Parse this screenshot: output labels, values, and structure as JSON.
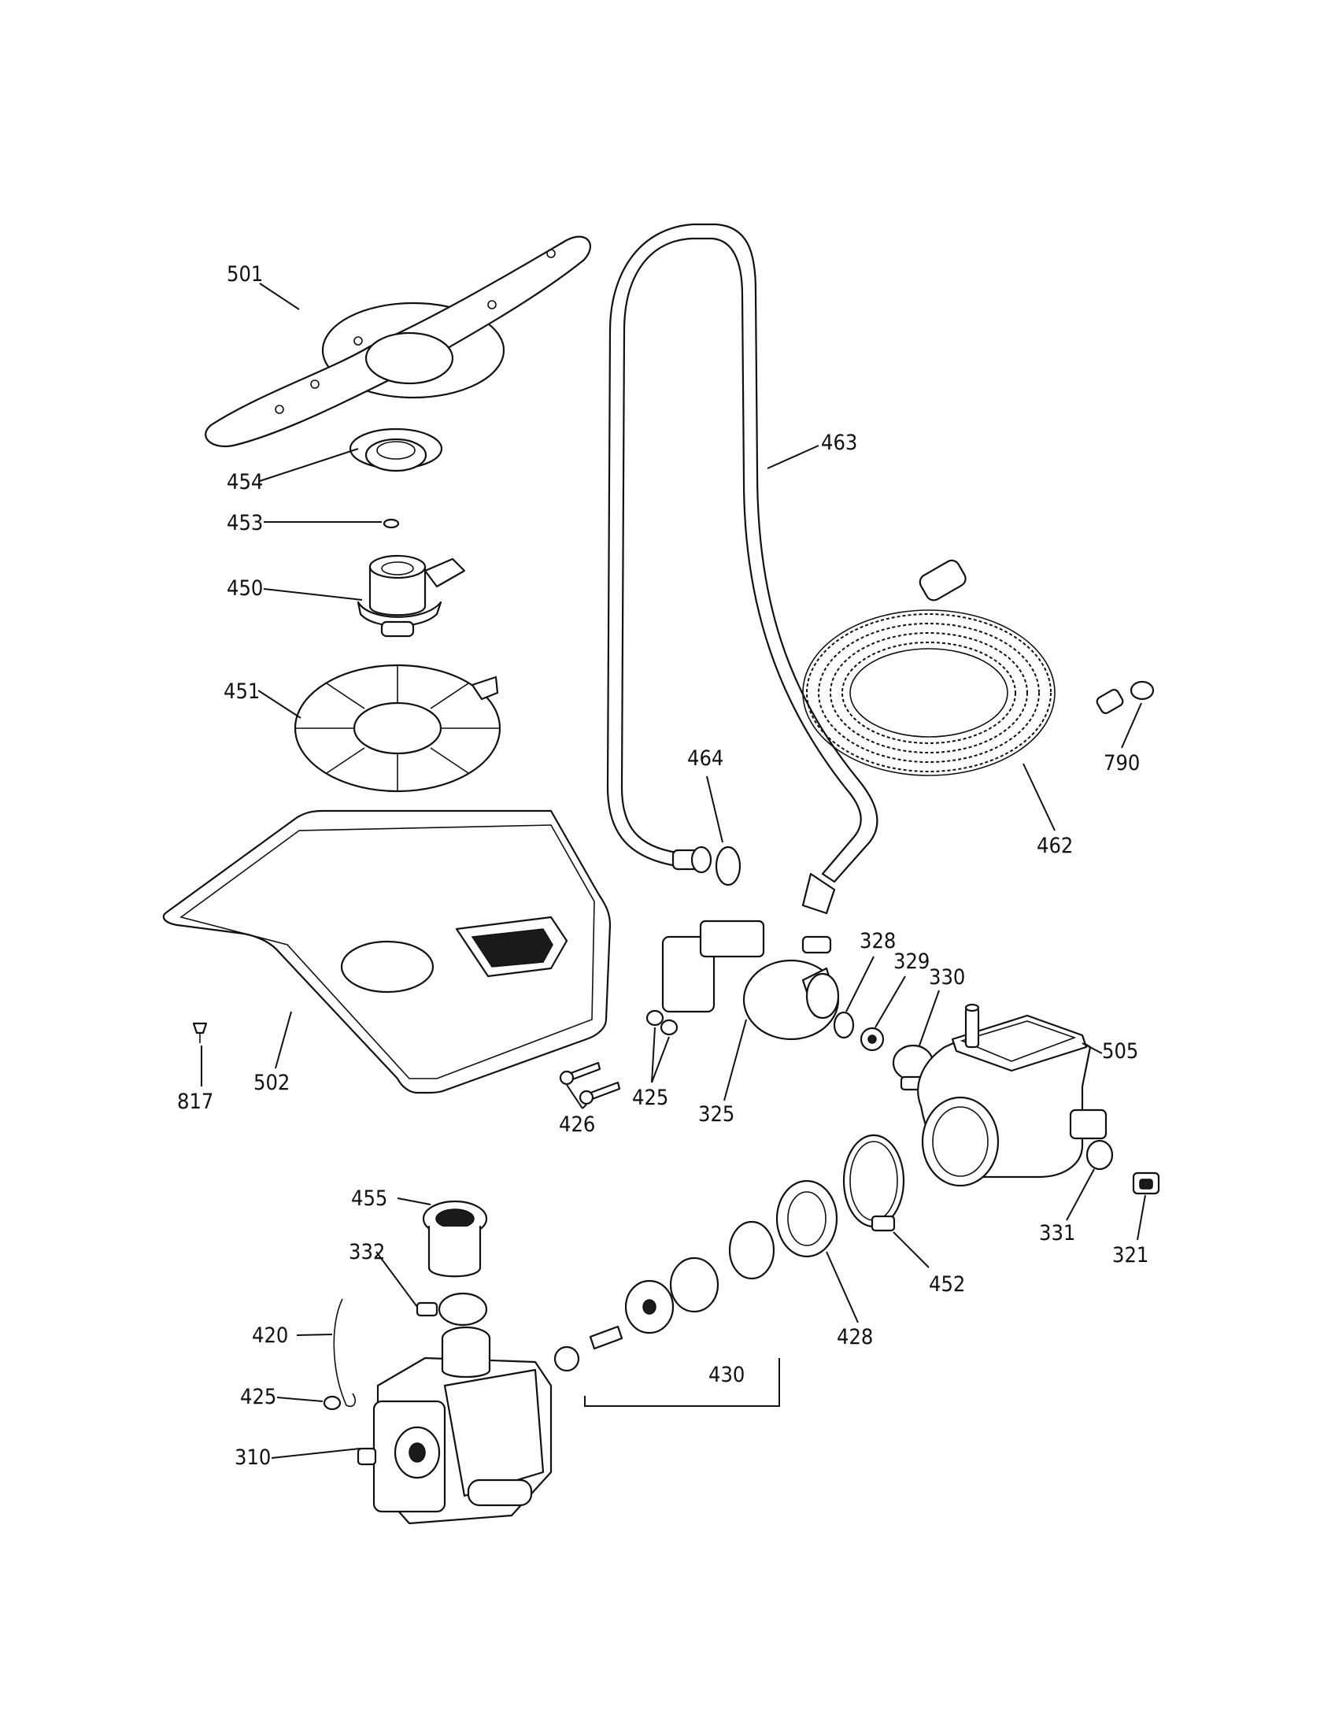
{
  "callouts": [
    {
      "id": "501",
      "text": "501"
    },
    {
      "id": "454",
      "text": "454"
    },
    {
      "id": "453",
      "text": "453"
    },
    {
      "id": "450",
      "text": "450"
    },
    {
      "id": "451",
      "text": "451"
    },
    {
      "id": "502",
      "text": "502"
    },
    {
      "id": "817",
      "text": "817"
    },
    {
      "id": "463",
      "text": "463"
    },
    {
      "id": "464",
      "text": "464"
    },
    {
      "id": "462",
      "text": "462"
    },
    {
      "id": "790",
      "text": "790"
    },
    {
      "id": "328",
      "text": "328"
    },
    {
      "id": "329",
      "text": "329"
    },
    {
      "id": "330",
      "text": "330"
    },
    {
      "id": "505",
      "text": "505"
    },
    {
      "id": "325",
      "text": "325"
    },
    {
      "id": "425a",
      "text": "425"
    },
    {
      "id": "426",
      "text": "426"
    },
    {
      "id": "331",
      "text": "331"
    },
    {
      "id": "321",
      "text": "321"
    },
    {
      "id": "452",
      "text": "452"
    },
    {
      "id": "428",
      "text": "428"
    },
    {
      "id": "430",
      "text": "430"
    },
    {
      "id": "455",
      "text": "455"
    },
    {
      "id": "332",
      "text": "332"
    },
    {
      "id": "420",
      "text": "420"
    },
    {
      "id": "425b",
      "text": "425"
    },
    {
      "id": "310",
      "text": "310"
    }
  ]
}
